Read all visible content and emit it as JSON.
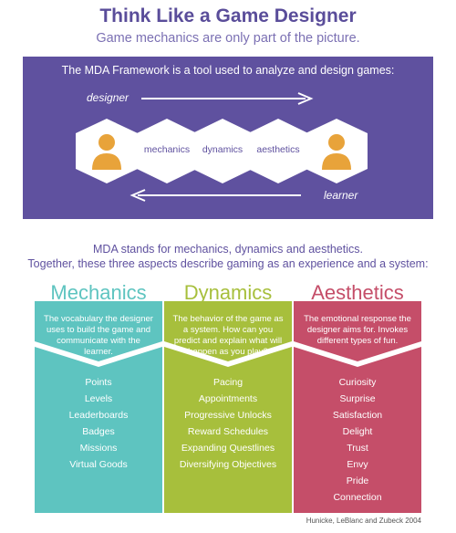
{
  "title": "Think Like a Game Designer",
  "subtitle": "Game mechanics are only part of the picture.",
  "band": {
    "intro": "The MDA Framework is a tool used to analyze and design games:",
    "designer_label": "designer",
    "learner_label": "learner",
    "hex_labels": [
      "mechanics",
      "dynamics",
      "aesthetics"
    ]
  },
  "mda": {
    "line1": "MDA stands for mechanics, dynamics and aesthetics.",
    "line2": "Together, these three aspects describe gaming as an experience and a system:"
  },
  "columns": [
    {
      "heading": "Mechanics",
      "description": "The vocabulary the designer uses to build the game and communicate with the learner.",
      "items": [
        "Points",
        "Levels",
        "Leaderboards",
        "Badges",
        "Missions",
        "Virtual Goods"
      ]
    },
    {
      "heading": "Dynamics",
      "description": "The behavior of the game as a system. How can you predict and explain what will happen as you play?",
      "items": [
        "Pacing",
        "Appointments",
        "Progressive Unlocks",
        "Reward Schedules",
        "Expanding Questlines",
        "Diversifying Objectives"
      ]
    },
    {
      "heading": "Aesthetics",
      "description": "The emotional response the designer aims for. Invokes different types of fun.",
      "items": [
        "Curiosity",
        "Surprise",
        "Satisfaction",
        "Delight",
        "Trust",
        "Envy",
        "Pride",
        "Connection"
      ]
    }
  ],
  "colors": {
    "purple": "#5f519f",
    "mechanics": "#5ec4c0",
    "dynamics": "#a7bf3c",
    "aesthetics": "#c54e69",
    "avatar": "#e8a33a"
  },
  "credit": "Hunicke, LeBlanc and Zubeck 2004"
}
